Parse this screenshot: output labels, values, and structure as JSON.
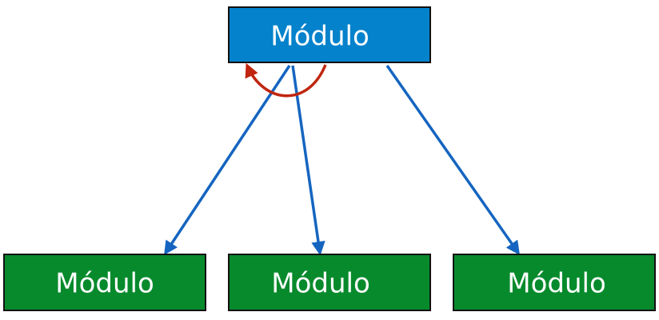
{
  "diagram": {
    "top_node": {
      "label": "Módulo",
      "fill": "#0482cc"
    },
    "child_nodes": [
      {
        "label": "Módulo",
        "fill": "#078a2c"
      },
      {
        "label": "Módulo",
        "fill": "#078a2c"
      },
      {
        "label": "Módulo",
        "fill": "#078a2c"
      }
    ],
    "colors": {
      "border": "#111111",
      "dependency_arrow": "#1565c0",
      "self_arrow": "#c0260f"
    }
  }
}
